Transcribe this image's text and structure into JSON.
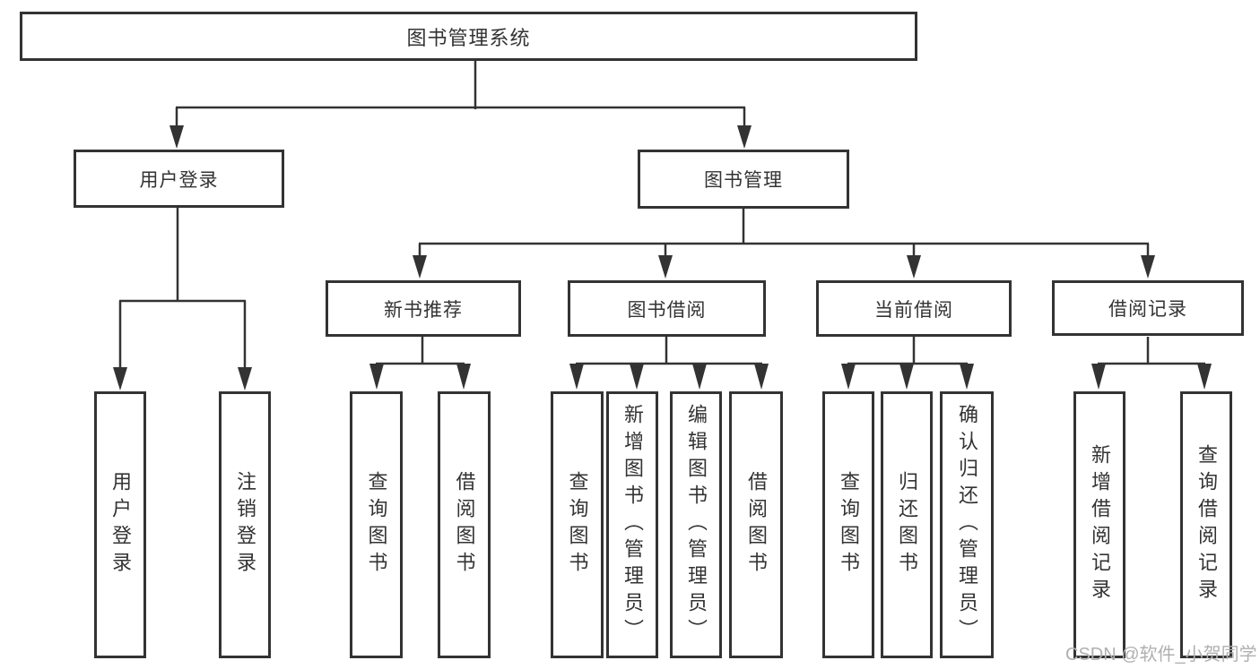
{
  "colors": {
    "line": "#333333",
    "text": "#333333",
    "background": "#ffffff",
    "watermark": "#b0b0b0"
  },
  "watermark": {
    "text": "CSDN @软件_小贺同学"
  },
  "tree": {
    "root": {
      "label": "图书管理系统",
      "children": [
        {
          "label": "用户登录",
          "children": [
            {
              "label": "用户登录"
            },
            {
              "label": "注销登录"
            }
          ]
        },
        {
          "label": "图书管理",
          "children": [
            {
              "label": "新书推荐",
              "children": [
                {
                  "label": "查询图书"
                },
                {
                  "label": "借阅图书"
                }
              ]
            },
            {
              "label": "图书借阅",
              "children": [
                {
                  "label": "查询图书"
                },
                {
                  "label": "新增图书（管理员）"
                },
                {
                  "label": "编辑图书（管理员）"
                },
                {
                  "label": "借阅图书"
                }
              ]
            },
            {
              "label": "当前借阅",
              "children": [
                {
                  "label": "查询图书"
                },
                {
                  "label": "归还图书"
                },
                {
                  "label": "确认归还（管理员）"
                }
              ]
            },
            {
              "label": "借阅记录",
              "children": [
                {
                  "label": "新增借阅记录"
                },
                {
                  "label": "查询借阅记录"
                }
              ]
            }
          ]
        }
      ]
    }
  }
}
